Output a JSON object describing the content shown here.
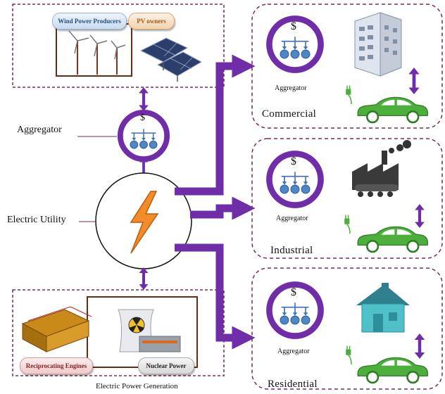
{
  "producers": {
    "wind_label": "Wind Power Producers",
    "pv_label": "PV owners"
  },
  "grid": {
    "aggregator_label": "Aggregator",
    "utility_label": "Electric Utility",
    "currency_symbol": "$"
  },
  "generation": {
    "reciprocating_label": "Reciprocating Engines",
    "nuclear_label": "Nuclear Power",
    "caption": "Electric Power Generation"
  },
  "sectors": [
    {
      "name": "Commercial",
      "aggregator_label": "Aggregator",
      "currency_symbol": "$"
    },
    {
      "name": "Industrial",
      "aggregator_label": "Aggregator",
      "currency_symbol": "$"
    },
    {
      "name": "Residential",
      "aggregator_label": "Aggregator",
      "currency_symbol": "$"
    }
  ],
  "colors": {
    "purple": "#6f2da8",
    "border": "#7a2a5e",
    "node_blue": "#4f86c6",
    "car_green": "#4caf3c",
    "bolt_orange": "#f28c28"
  }
}
